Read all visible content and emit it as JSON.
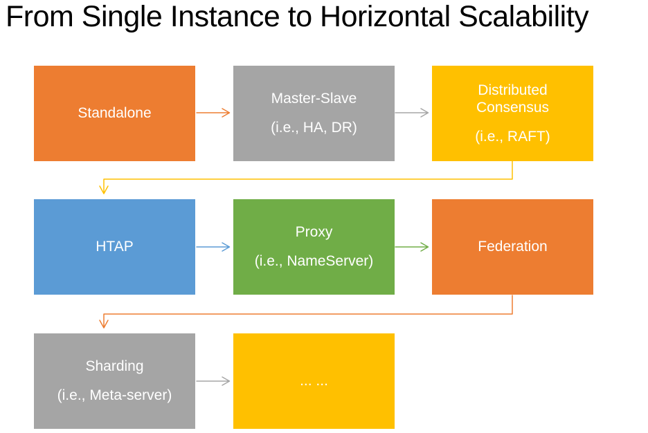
{
  "title": "From Single Instance to Horizontal Scalability",
  "colors": {
    "background": "#FFFFFF",
    "title_text": "#000000",
    "node_text": "#FFFFFF",
    "orange": "#ED7D31",
    "gray": "#A5A5A5",
    "gold": "#FFC000",
    "blue": "#5B9BD5",
    "green": "#70AD47"
  },
  "nodes": [
    {
      "id": "standalone",
      "label": "Standalone",
      "sublabel": "",
      "color": "#ED7D31"
    },
    {
      "id": "master-slave",
      "label": "Master-Slave",
      "sublabel": "(i.e., HA, DR)",
      "color": "#A5A5A5"
    },
    {
      "id": "distributed-consensus",
      "label": "Distributed Consensus",
      "sublabel": "(i.e., RAFT)",
      "color": "#FFC000"
    },
    {
      "id": "htap",
      "label": "HTAP",
      "sublabel": "",
      "color": "#5B9BD5"
    },
    {
      "id": "proxy",
      "label": "Proxy",
      "sublabel": "(i.e., NameServer)",
      "color": "#70AD47"
    },
    {
      "id": "federation",
      "label": "Federation",
      "sublabel": "",
      "color": "#ED7D31"
    },
    {
      "id": "sharding",
      "label": "Sharding",
      "sublabel": "(i.e., Meta-server)",
      "color": "#A5A5A5"
    },
    {
      "id": "more",
      "label": "... ...",
      "sublabel": "",
      "color": "#FFC000"
    }
  ],
  "connectors": [
    {
      "from": "standalone",
      "to": "master-slave",
      "shape": "straight",
      "color": "#ED7D31"
    },
    {
      "from": "master-slave",
      "to": "distributed-consensus",
      "shape": "straight",
      "color": "#A5A5A5"
    },
    {
      "from": "distributed-consensus",
      "to": "htap",
      "shape": "elbow",
      "color": "#FFC000"
    },
    {
      "from": "htap",
      "to": "proxy",
      "shape": "straight",
      "color": "#5B9BD5"
    },
    {
      "from": "proxy",
      "to": "federation",
      "shape": "straight",
      "color": "#70AD47"
    },
    {
      "from": "federation",
      "to": "sharding",
      "shape": "elbow",
      "color": "#ED7D31"
    },
    {
      "from": "sharding",
      "to": "more",
      "shape": "straight",
      "color": "#A5A5A5"
    }
  ]
}
